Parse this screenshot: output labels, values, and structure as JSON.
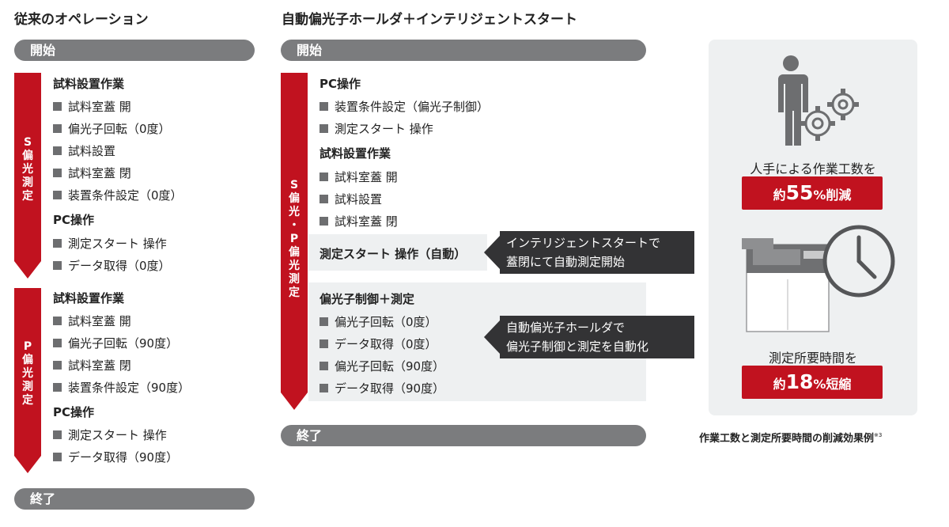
{
  "left": {
    "title": "従来のオペレーション",
    "start": "開始",
    "end": "終了",
    "arrow_s": [
      "S",
      "偏",
      "光",
      "測",
      "定"
    ],
    "arrow_p": [
      "P",
      "偏",
      "光",
      "測",
      "定"
    ],
    "s_head1": "試料設置作業",
    "s_items1": [
      "試料室蓋 開",
      "偏光子回転（0度）",
      "試料設置",
      "試料室蓋 閉",
      "装置条件設定（0度）"
    ],
    "s_head2": "PC操作",
    "s_items2": [
      "測定スタート 操作",
      "データ取得（0度）"
    ],
    "p_head1": "試料設置作業",
    "p_items1": [
      "試料室蓋 開",
      "偏光子回転（90度）",
      "試料室蓋 閉",
      "装置条件設定（90度）"
    ],
    "p_head2": "PC操作",
    "p_items2": [
      "測定スタート 操作",
      "データ取得（90度）"
    ]
  },
  "middle": {
    "title": "自動偏光子ホールダ＋インテリジェントスタート",
    "start": "開始",
    "end": "終了",
    "arrow": [
      "S",
      "偏",
      "光",
      "・",
      "P",
      "偏",
      "光",
      "測",
      "定"
    ],
    "head1": "PC操作",
    "items1": [
      "装置条件設定（偏光子制御）",
      "測定スタート 操作"
    ],
    "head2": "試料設置作業",
    "items2": [
      "試料室蓋 開",
      "試料設置",
      "試料室蓋 閉"
    ],
    "band1_head": "測定スタート 操作（自動）",
    "callout1": [
      "インテリジェントスタートで",
      "蓋閉にて自動測定開始"
    ],
    "band2_head": "偏光子制御＋測定",
    "items3": [
      "偏光子回転（0度）",
      "データ取得（0度）",
      "偏光子回転（90度）",
      "データ取得（90度）"
    ],
    "callout2": [
      "自動偏光子ホールダで",
      "偏光子制御と測定を自動化"
    ]
  },
  "right": {
    "text1": "人手による作業工数を",
    "box1": {
      "pre": "約",
      "num": "55",
      "unit": "%",
      "post": "削減"
    },
    "text2": "測定所要時間を",
    "box2": {
      "pre": "約",
      "num": "18",
      "unit": "%",
      "post": "短縮"
    },
    "caption": "作業工数と測定所要時間の削減効果例",
    "caption_note": "※3",
    "icons": [
      "person-icon",
      "gears-icon",
      "instrument-icon",
      "clock-icon"
    ]
  },
  "colors": {
    "accent_red": "#c1121f",
    "pill_gray": "#7b7c7e",
    "callout_dark": "#333335",
    "panel_bg": "#eef0f1"
  }
}
